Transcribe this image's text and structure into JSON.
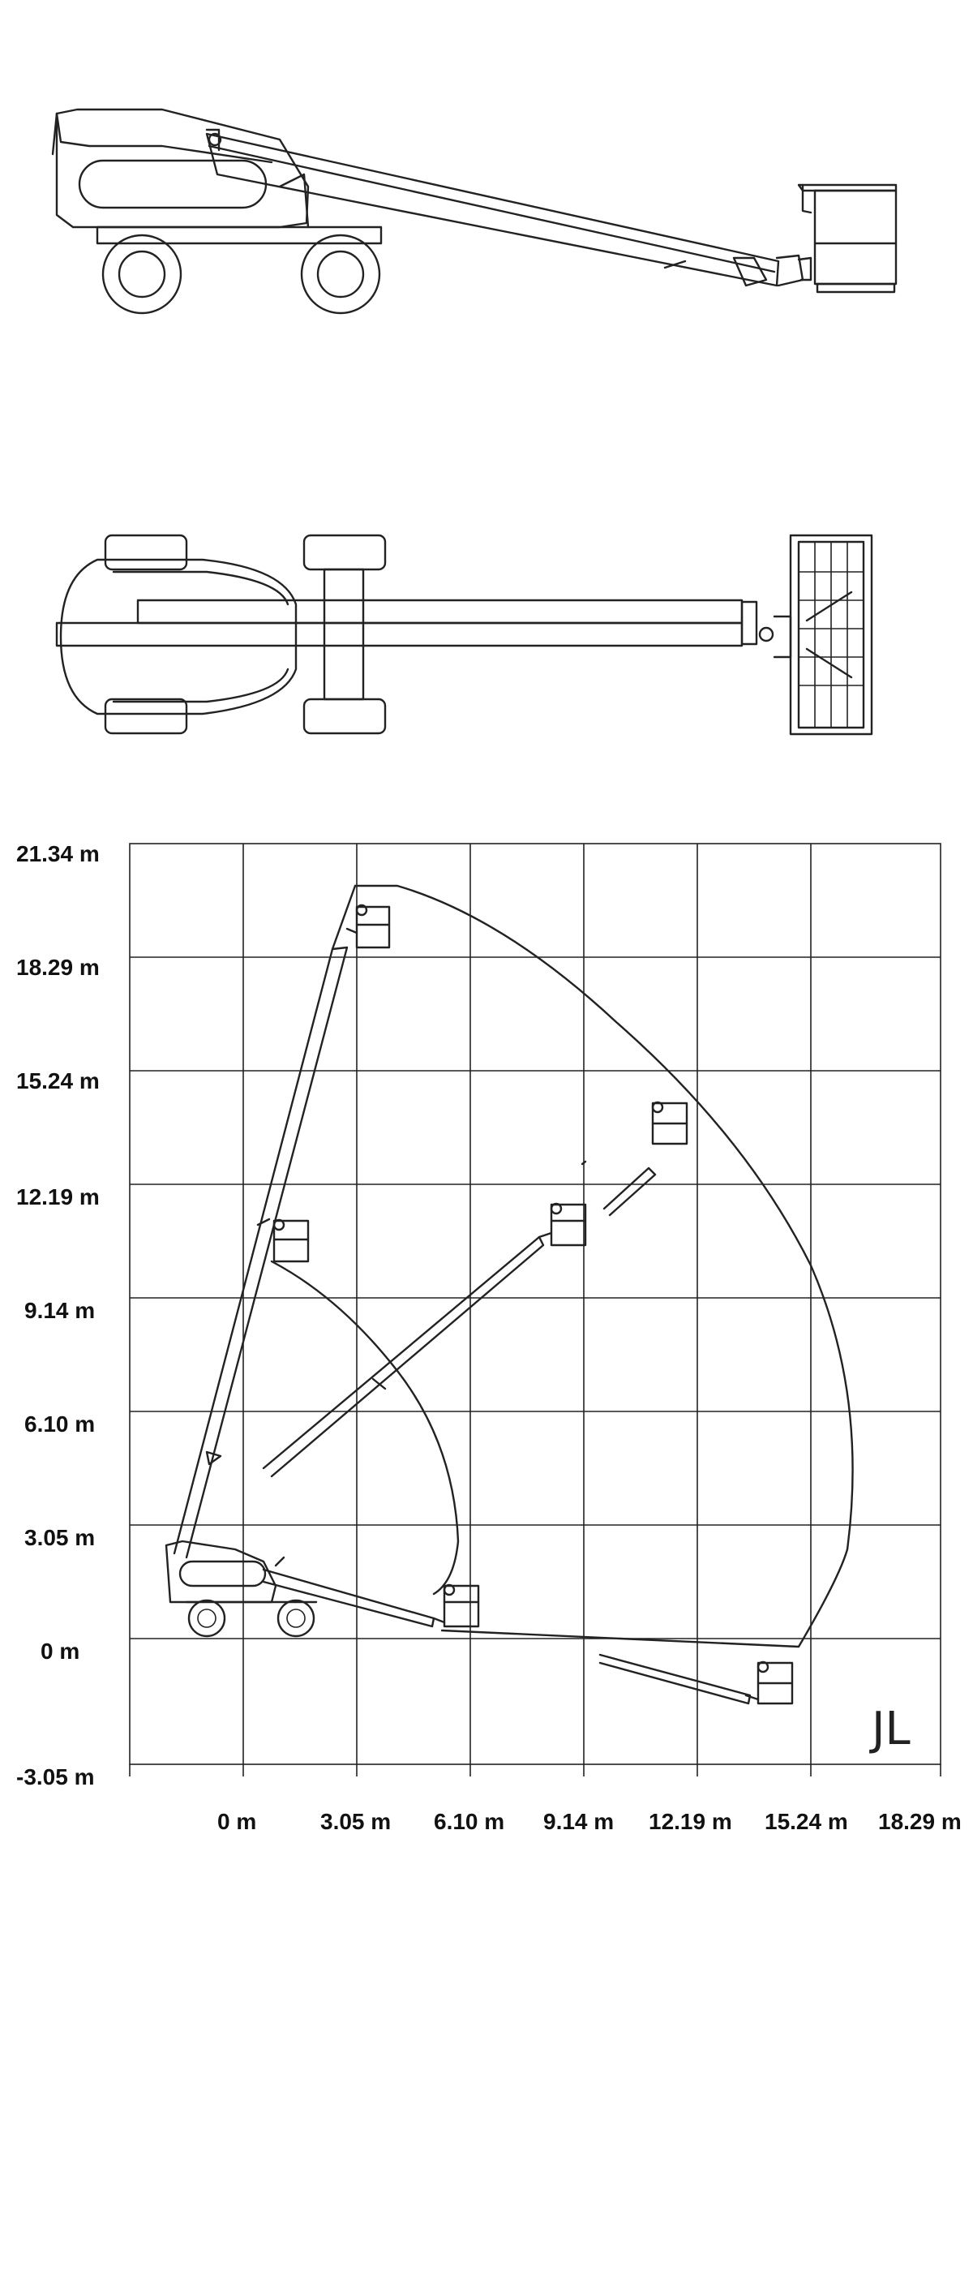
{
  "diagram": {
    "y_axis_labels": [
      "21.34 m",
      "18.29 m",
      "15.24 m",
      "12.19 m",
      "9.14 m",
      "6.10 m",
      "3.05 m",
      "0 m",
      "-3.05 m"
    ],
    "x_axis_labels": [
      "0 m",
      "3.05 m",
      "6.10 m",
      "9.14 m",
      "12.19 m",
      "15.24 m",
      "18.29 m"
    ],
    "brand_mark": "JL"
  },
  "colors": {
    "line": "#222222",
    "background": "#ffffff"
  }
}
